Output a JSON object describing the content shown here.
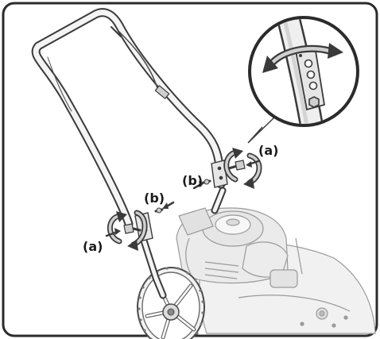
{
  "labels": {
    "a_left": "(a)",
    "a_right": "(a)",
    "b_left": "(b)",
    "b_right": "(b)"
  },
  "colors": {
    "frame": "#2b2b2b",
    "stroke": "#333333",
    "light_stroke": "#8e8e8e",
    "fill_light": "#f2f2f2",
    "fill_mid": "#d4d4d4",
    "fill_dark": "#7c7c7c",
    "arrow": "#3a3a3a"
  }
}
